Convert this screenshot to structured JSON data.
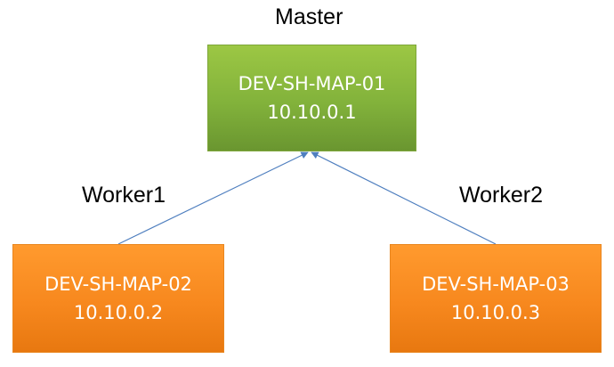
{
  "master": {
    "role": "Master",
    "hostname": "DEV-SH-MAP-01",
    "ip": "10.10.0.1"
  },
  "workers": [
    {
      "role": "Worker1",
      "hostname": "DEV-SH-MAP-02",
      "ip": "10.10.0.2"
    },
    {
      "role": "Worker2",
      "hostname": "DEV-SH-MAP-03",
      "ip": "10.10.0.3"
    }
  ],
  "colors": {
    "master_fill": "#82b23b",
    "worker_fill": "#f7881e",
    "connector": "#4f7fbf",
    "node_text": "#ffffff"
  }
}
